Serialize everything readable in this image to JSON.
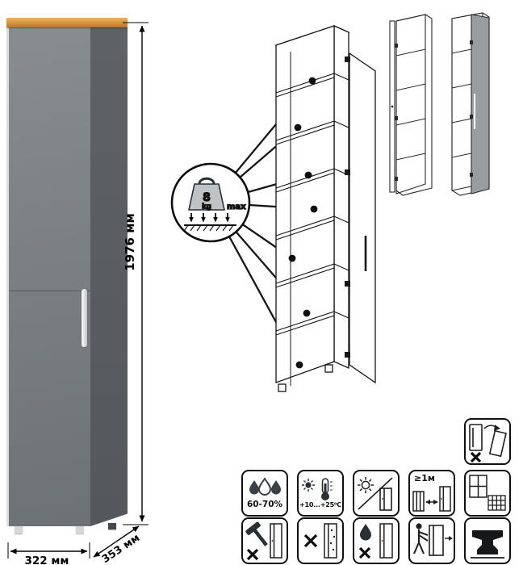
{
  "dimensions": {
    "height": "1976 мм",
    "width": "322 мм",
    "depth": "353 мм"
  },
  "shelf_load": {
    "value": "8",
    "unit": "kg",
    "qualifier": "max"
  },
  "pictograms": {
    "humidity_range": "60-70%",
    "temperature_range": "+10...+25⁰C",
    "min_distance": "≥1м"
  },
  "icon_names": [
    "door-rehang-icon",
    "humidity-icon",
    "thermometer-icon",
    "sun-shade-icon",
    "heater-distance-icon",
    "window-radiator-icon",
    "no-sharp-tools-icon",
    "no-abrasive-cleaner-icon",
    "no-wet-cleaning-icon",
    "carry-cabinet-icon",
    "anvil-heavy-load-icon",
    "weight-icon"
  ],
  "colors": {
    "wood_top": "#d6953f",
    "front_gray": "#7b8084",
    "side_gray": "#585c60",
    "handle": "#f2f2f2",
    "line_art": "#1a1a1a"
  }
}
